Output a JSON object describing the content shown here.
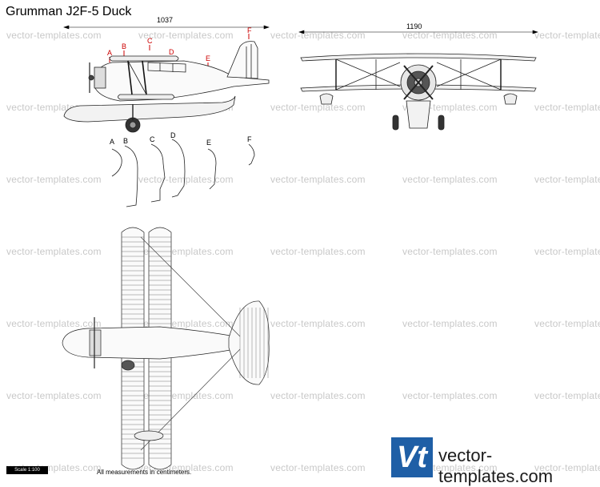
{
  "title": "Grumman J2F-5 Duck",
  "dimensions": {
    "length": "1037",
    "span": "1190"
  },
  "section_letters": [
    "A",
    "B",
    "C",
    "D",
    "E",
    "F"
  ],
  "watermark": "vector-templates.com",
  "footer": {
    "note": "All measurements in centimeters.",
    "scale": "Scale 1:100"
  },
  "logo": {
    "mark": "Vt",
    "text": "vector-templates.com",
    "color": "#1f5fa6"
  },
  "colors": {
    "section_marker": "#cc0000",
    "watermark": "#c8c8c8"
  }
}
